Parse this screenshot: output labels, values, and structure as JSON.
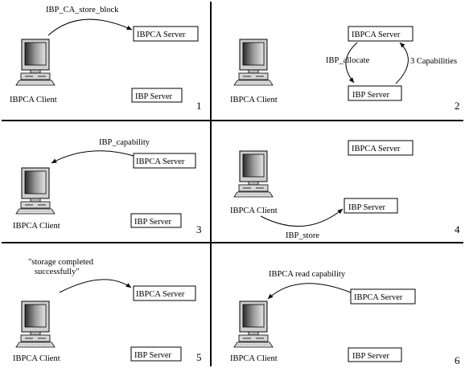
{
  "panels": [
    {
      "number": "1",
      "client_label": "IBPCA Client",
      "ibpca_server": "IBPCA Server",
      "ibp_server": "IBP Server",
      "messages": [
        "IBP_CA_store_block"
      ]
    },
    {
      "number": "2",
      "ibpca_server": "IBPCA Server",
      "ibp_server": "IBP Server",
      "client_label": "IBPCA Client",
      "messages": [
        "IBP_allocate",
        "3 Capabilities"
      ]
    },
    {
      "number": "3",
      "client_label": "IBPCA Client",
      "ibpca_server": "IBPCA Server",
      "ibp_server": "IBP Server",
      "messages": [
        "IBP_capability"
      ]
    },
    {
      "number": "4",
      "client_label": "IBPCA Client",
      "ibpca_server": "IBPCA Server",
      "ibp_server": "IBP Server",
      "messages": [
        "IBP_store"
      ]
    },
    {
      "number": "5",
      "client_label": "IBPCA Client",
      "ibpca_server": "IBPCA Server",
      "ibp_server": "IBP Server",
      "messages": [
        "\"storage completed",
        "successfully\""
      ]
    },
    {
      "number": "6",
      "client_label": "IBPCA Client",
      "ibpca_server": "IBPCA Server",
      "ibp_server": "IBP Server",
      "messages": [
        "IBPCA read capability"
      ]
    }
  ]
}
